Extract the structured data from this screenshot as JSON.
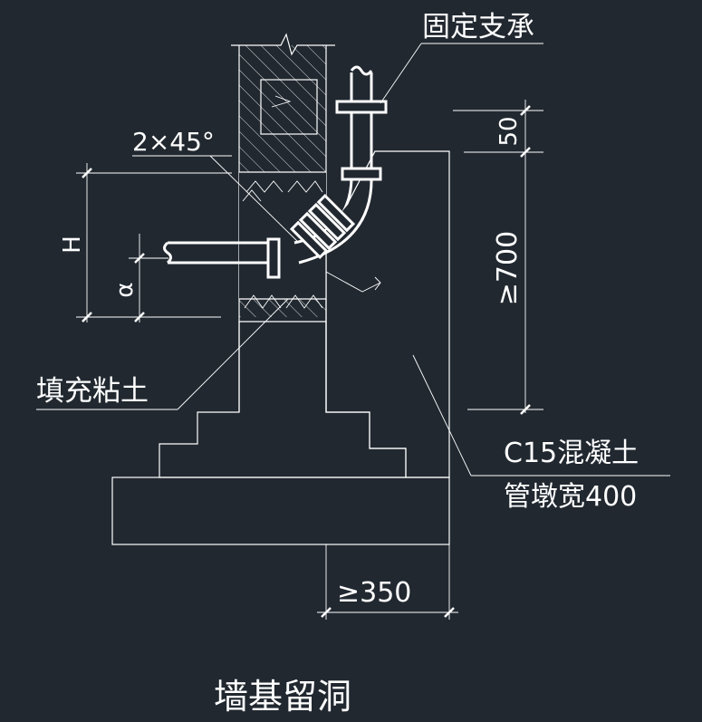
{
  "labels": {
    "fixed_support": "固定支承",
    "chamfer": "2×45°",
    "h_dim": "H",
    "alpha_dim": "α",
    "fill_soil": "填充粘土",
    "concrete_line1": "C15混凝土",
    "concrete_line2": "管墩宽400",
    "dim_50": "50",
    "dim_700": "≥700",
    "dim_350": "≥350",
    "title": "墙基留洞"
  },
  "colors": {
    "background": "#212830",
    "line": "#ffffff"
  }
}
